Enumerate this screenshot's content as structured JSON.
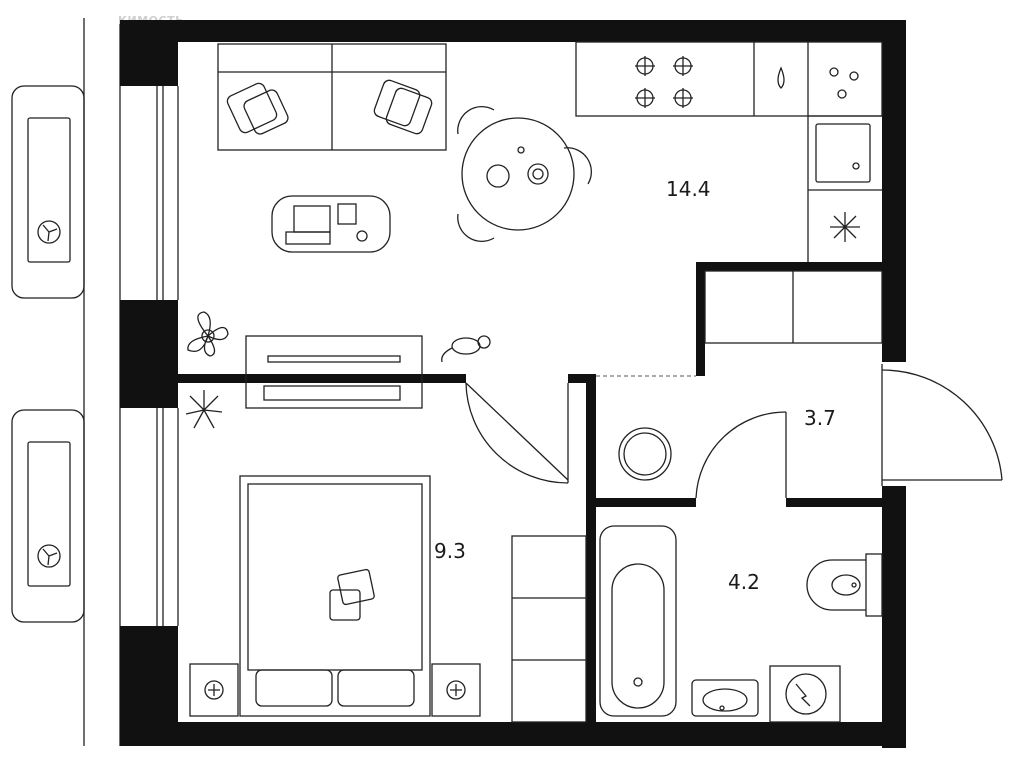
{
  "watermark": "КИМОСТЬ",
  "rooms": {
    "kitchen_living": {
      "area": "14.4"
    },
    "hallway": {
      "area": "3.7"
    },
    "bedroom": {
      "area": "9.3"
    },
    "bathroom": {
      "area": "4.2"
    }
  },
  "icons": {
    "ac_units": [
      "fan-icon",
      "fan-icon"
    ],
    "appliances": [
      "stove-icon",
      "sink-icon",
      "fridge-icon",
      "washing-machine-icon",
      "toilet-icon",
      "bathtub-icon"
    ]
  }
}
